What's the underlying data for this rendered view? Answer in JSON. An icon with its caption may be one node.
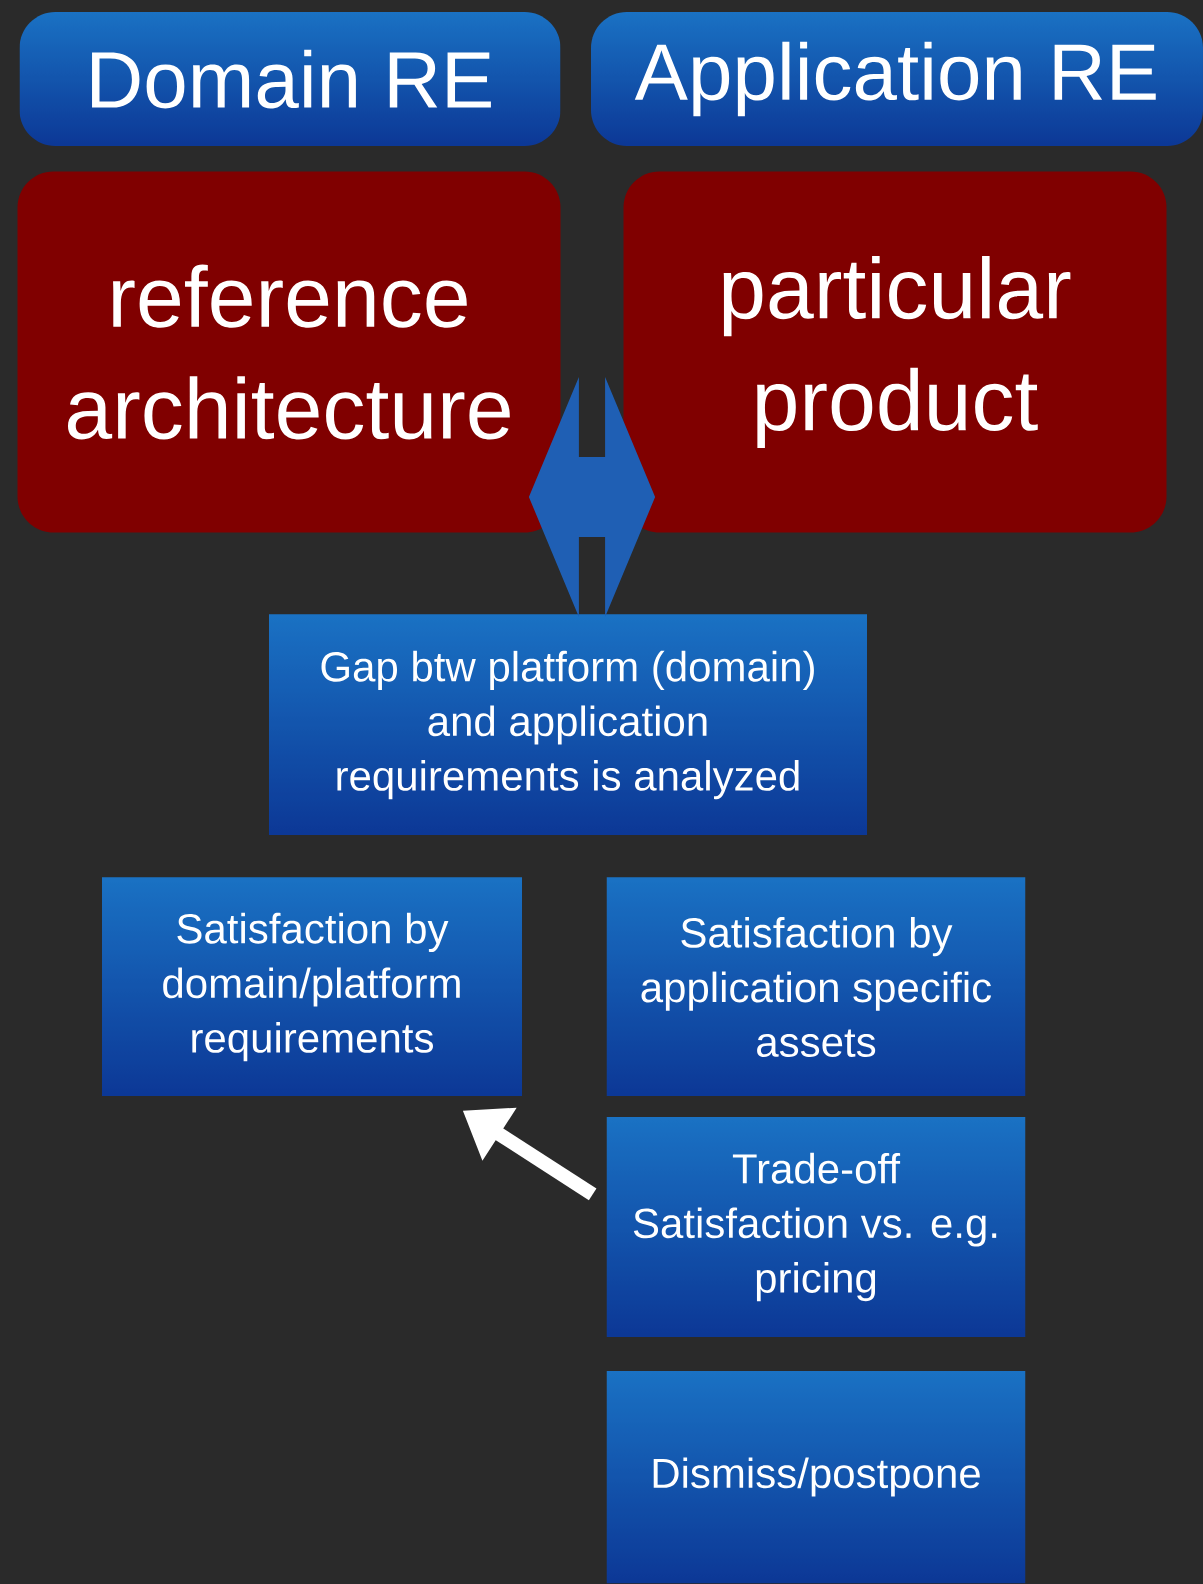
{
  "diagram": {
    "nodes": [
      {
        "text": [
          "Domain RE"
        ]
      },
      {
        "text": [
          "Application RE"
        ]
      },
      {
        "text": [
          "reference architecture"
        ]
      },
      {
        "text": [
          "particular product"
        ]
      },
      {
        "text": [
          "Gap btw platform (domain) and application requirements is analyzed"
        ]
      },
      {
        "text": [
          "Satisfaction by domain/platform requirements"
        ]
      },
      {
        "text": [
          "Satisfaction by application specific assets"
        ]
      },
      {
        "text": [
          "Trade-off Satisfaction vs. e.g. pricing"
        ]
      },
      {
        "text": [
          "Dismiss/postpone"
        ]
      }
    ],
    "edges": [
      {
        "from": 2,
        "to": 3,
        "arrow": "both",
        "style": "thick",
        "color": "#1f5fb4"
      },
      {
        "from": 7,
        "to": 5,
        "arrow": "to",
        "color": "#ffffff"
      }
    ]
  }
}
